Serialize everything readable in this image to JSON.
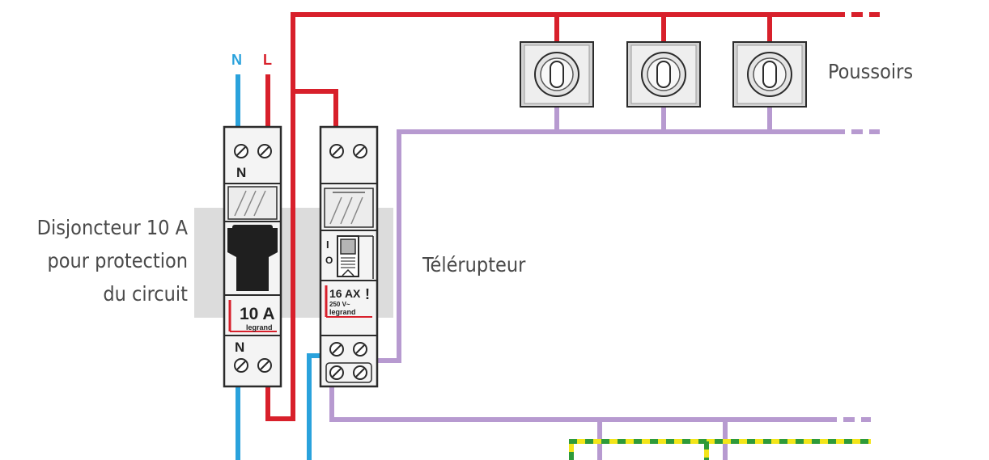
{
  "labels": {
    "neutral_top": "N",
    "live_top": "L",
    "poussoirs": "Poussoirs",
    "breaker_line1": "Disjoncteur 10 A",
    "breaker_line2": "pour protection",
    "breaker_line3": "du circuit",
    "telerupteur": "Télérupteur"
  },
  "breaker": {
    "terminal_top": "N",
    "terminal_bottom": "N",
    "rating": "10 A",
    "brand": "legrand"
  },
  "relay": {
    "symbol_on": "I",
    "symbol_off": "O",
    "rating": "16 AX",
    "voltage": "250 V~",
    "brand": "legrand",
    "mark": "!"
  },
  "colors": {
    "live": "#d8202b",
    "neutral": "#2aa2dc",
    "control": "#b79ad0",
    "earth_green": "#2e9a3a",
    "earth_yellow": "#f3e51a",
    "rail": "#dcdcdc",
    "module_fill": "#f4f4f4",
    "outline": "#2b2b2b"
  },
  "pushbuttons": {
    "count": 3
  }
}
